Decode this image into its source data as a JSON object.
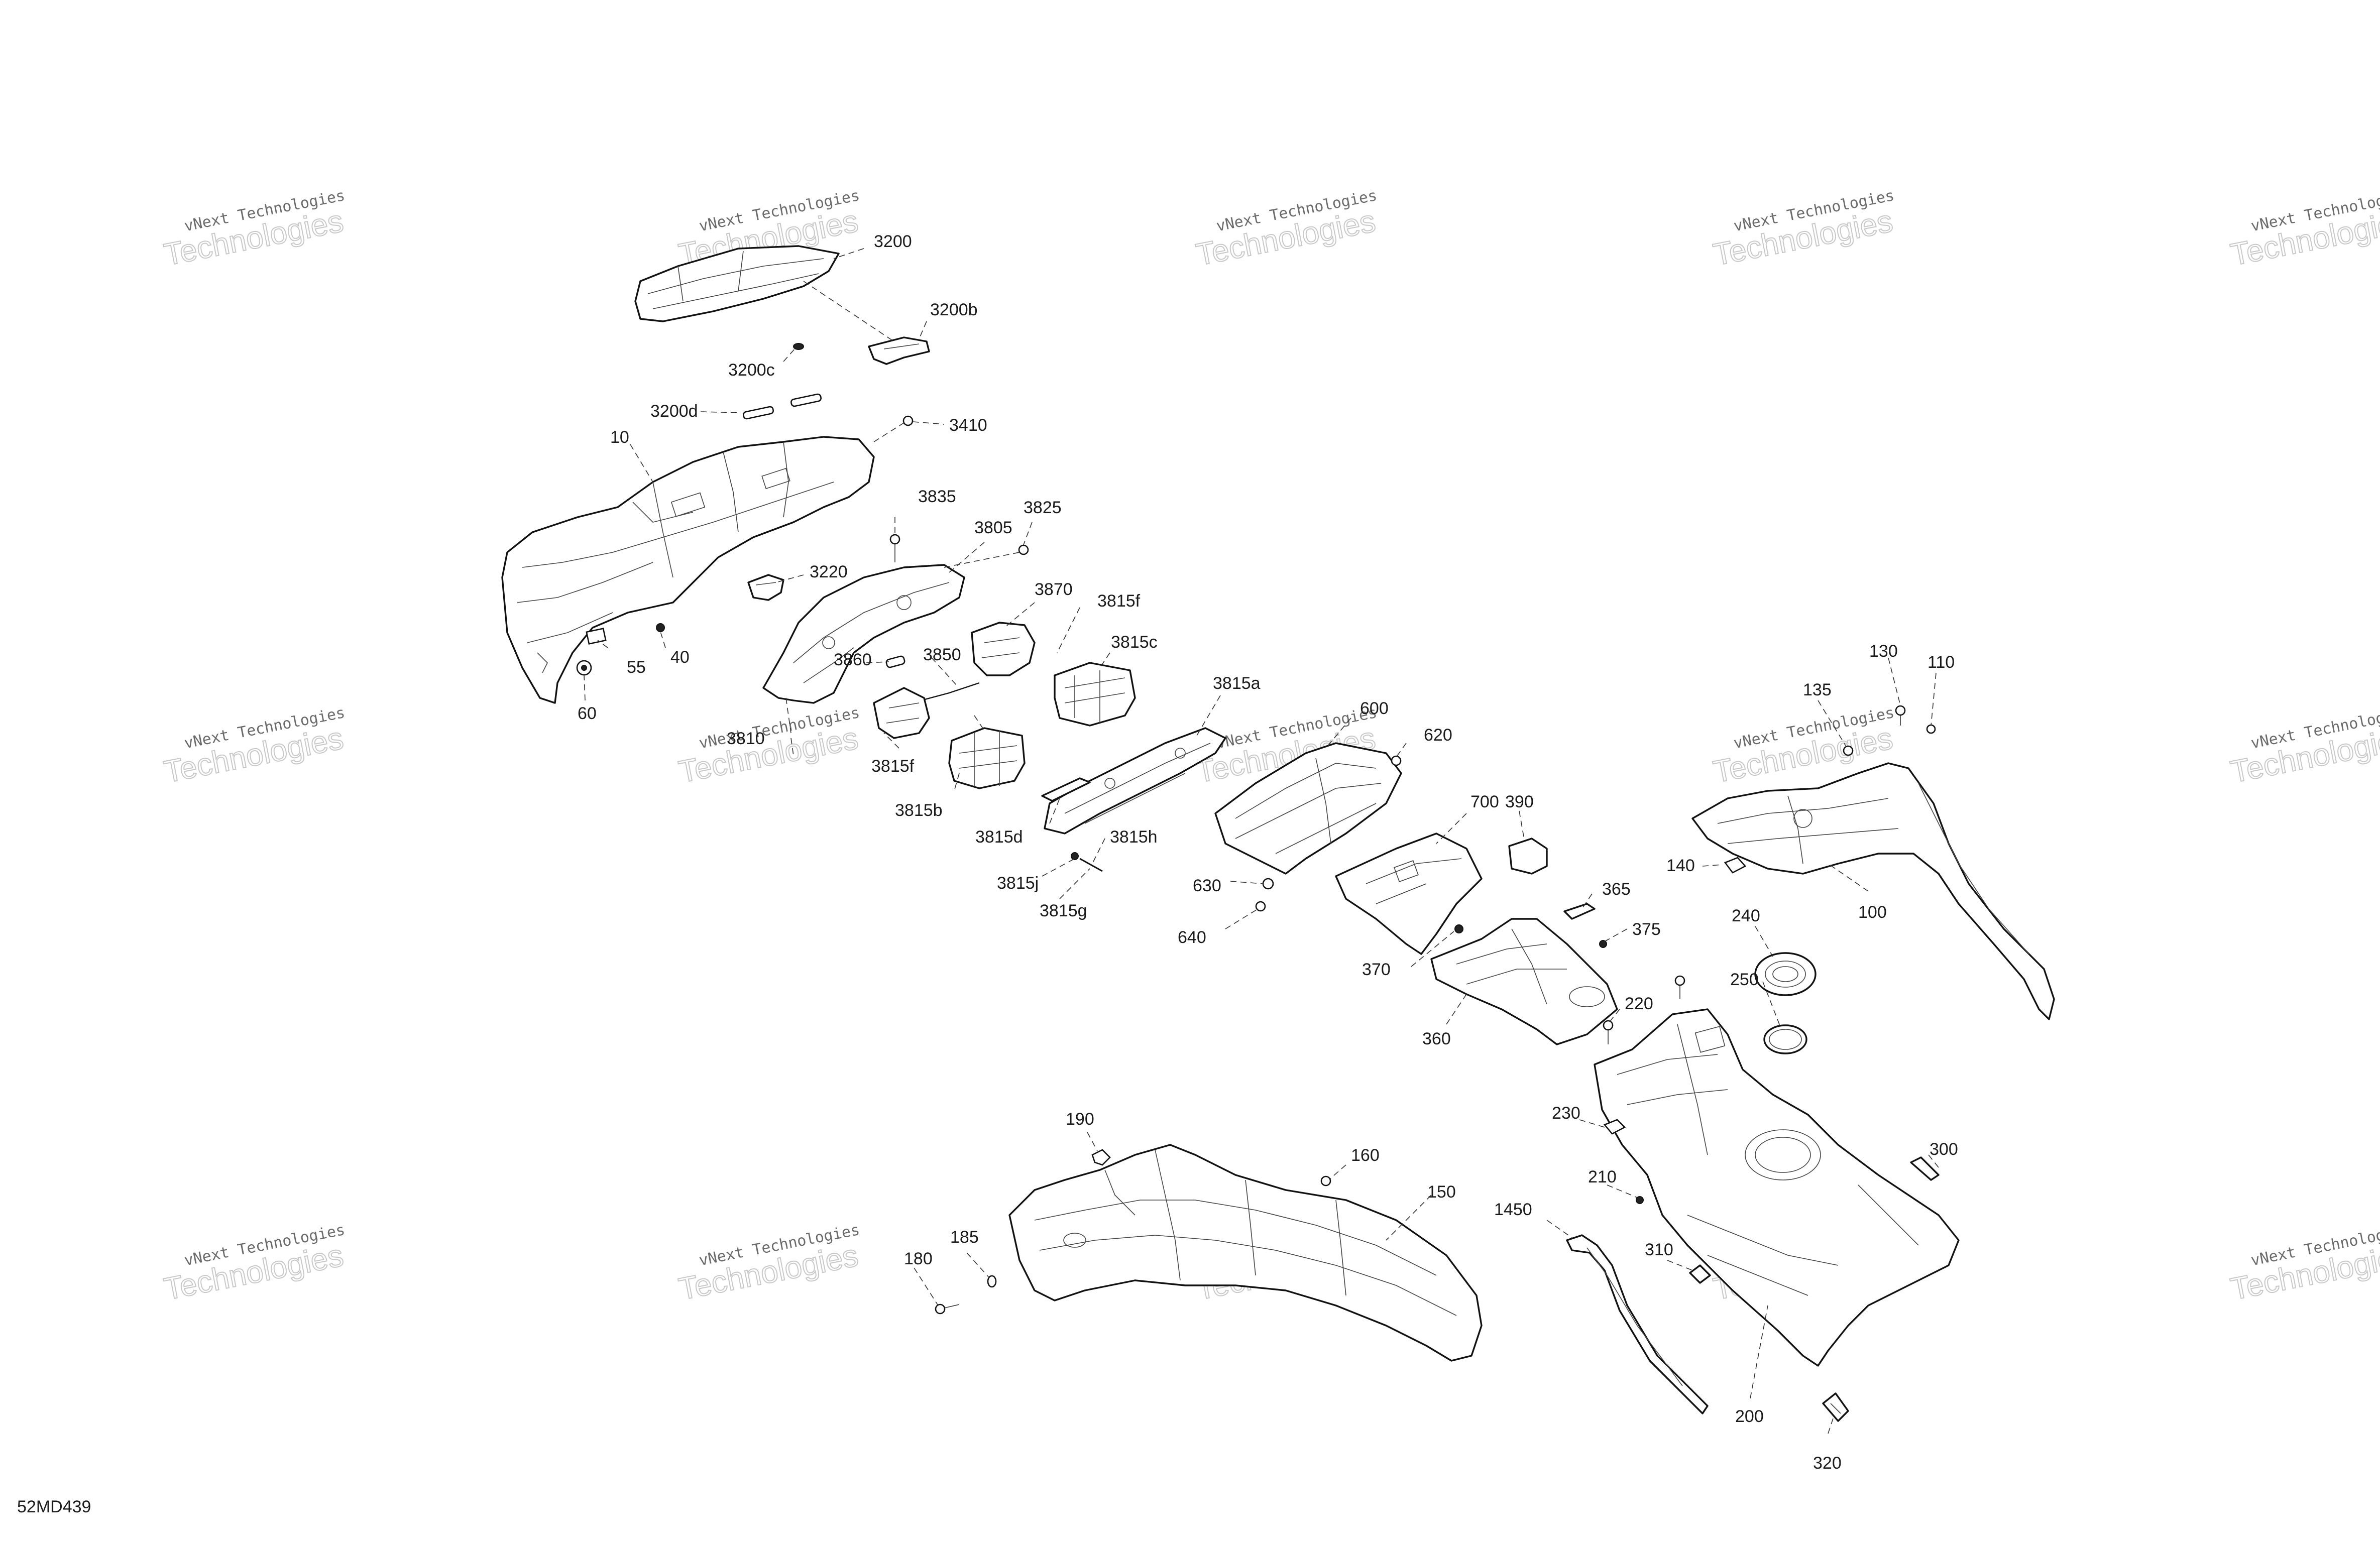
{
  "diagram": {
    "code": "52MD439",
    "watermark": {
      "line1": "vNext Technologies",
      "line2": "Technologies"
    },
    "callouts": [
      "3200",
      "3200b",
      "3200c",
      "3200d",
      "3410",
      "10",
      "3835",
      "3825",
      "3805",
      "3220",
      "55",
      "40",
      "60",
      "3870",
      "3815f",
      "3815c",
      "3860",
      "3850",
      "3810",
      "3815f",
      "3815b",
      "3815a",
      "3815d",
      "3815h",
      "3815j",
      "3815g",
      "600",
      "620",
      "630",
      "640",
      "700",
      "390",
      "365",
      "375",
      "370",
      "360",
      "220",
      "240",
      "250",
      "130",
      "110",
      "135",
      "140",
      "100",
      "190",
      "160",
      "150",
      "185",
      "180",
      "230",
      "210",
      "300",
      "1450",
      "310",
      "200",
      "320"
    ]
  }
}
